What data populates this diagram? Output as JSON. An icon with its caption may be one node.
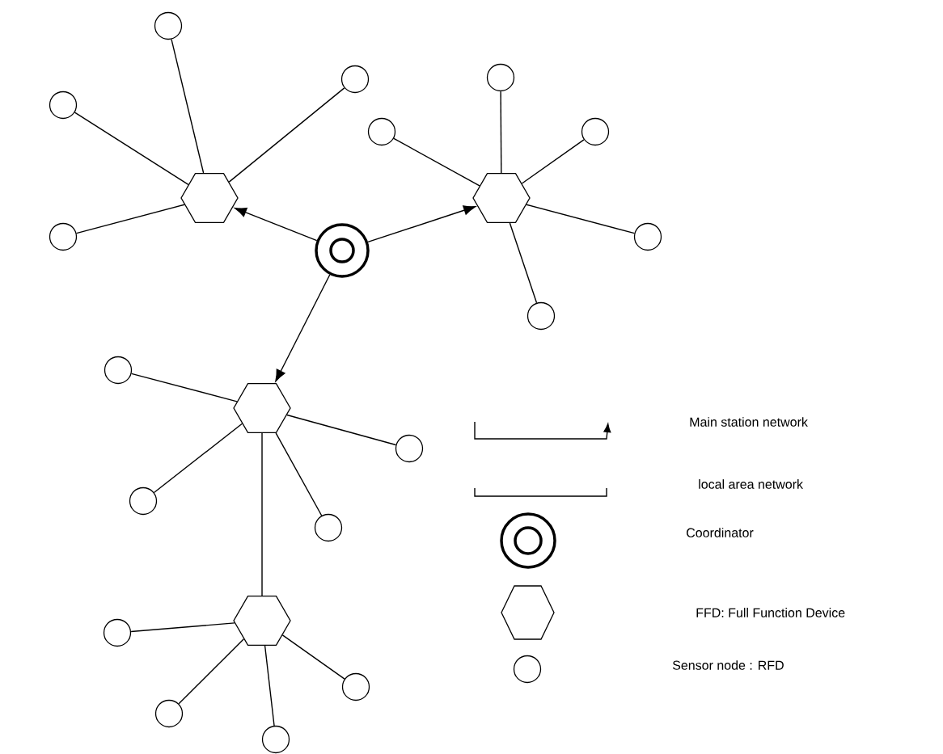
{
  "diagram": {
    "nodes": [
      {
        "text": [],
        "shape": "ring"
      },
      {
        "text": [],
        "shape": "hexagon"
      },
      {
        "text": [],
        "shape": "hexagon"
      },
      {
        "text": [],
        "shape": "hexagon"
      },
      {
        "text": [],
        "shape": "hexagon"
      },
      {
        "text": [],
        "shape": "circle"
      },
      {
        "text": [],
        "shape": "circle"
      },
      {
        "text": [],
        "shape": "circle"
      },
      {
        "text": [],
        "shape": "circle"
      },
      {
        "text": [],
        "shape": "circle"
      },
      {
        "text": [],
        "shape": "circle"
      },
      {
        "text": [],
        "shape": "circle"
      },
      {
        "text": [],
        "shape": "circle"
      },
      {
        "text": [],
        "shape": "circle"
      },
      {
        "text": [],
        "shape": "circle"
      },
      {
        "text": [],
        "shape": "circle"
      },
      {
        "text": [],
        "shape": "circle"
      },
      {
        "text": [],
        "shape": "circle"
      },
      {
        "text": [],
        "shape": "circle"
      },
      {
        "text": [],
        "shape": "circle"
      },
      {
        "text": [],
        "shape": "circle"
      },
      {
        "text": [],
        "shape": "circle"
      }
    ],
    "edges": [
      {
        "from": 0,
        "to": 1,
        "arrow": "to"
      },
      {
        "from": 0,
        "to": 2,
        "arrow": "to"
      },
      {
        "from": 0,
        "to": 3,
        "arrow": "to"
      },
      {
        "from": 3,
        "to": 4,
        "arrow": "none"
      },
      {
        "from": 1,
        "to": 5,
        "arrow": "none"
      },
      {
        "from": 1,
        "to": 6,
        "arrow": "none"
      },
      {
        "from": 1,
        "to": 7,
        "arrow": "none"
      },
      {
        "from": 1,
        "to": 8,
        "arrow": "none"
      },
      {
        "from": 2,
        "to": 9,
        "arrow": "none"
      },
      {
        "from": 2,
        "to": 10,
        "arrow": "none"
      },
      {
        "from": 2,
        "to": 11,
        "arrow": "none"
      },
      {
        "from": 2,
        "to": 12,
        "arrow": "none"
      },
      {
        "from": 2,
        "to": 13,
        "arrow": "none"
      },
      {
        "from": 3,
        "to": 14,
        "arrow": "none"
      },
      {
        "from": 3,
        "to": 15,
        "arrow": "none"
      },
      {
        "from": 3,
        "to": 16,
        "arrow": "none"
      },
      {
        "from": 3,
        "to": 17,
        "arrow": "none"
      },
      {
        "from": 4,
        "to": 18,
        "arrow": "none"
      },
      {
        "from": 4,
        "to": 19,
        "arrow": "none"
      },
      {
        "from": 4,
        "to": 20,
        "arrow": "none"
      },
      {
        "from": 4,
        "to": 21,
        "arrow": "none"
      }
    ],
    "legend": [
      {
        "text": "Main station network"
      },
      {
        "text": "local area network"
      },
      {
        "text": "Coordinator"
      },
      {
        "text": "FFD: Full Function Device"
      },
      {
        "text": "Sensor node : RFD"
      }
    ]
  }
}
